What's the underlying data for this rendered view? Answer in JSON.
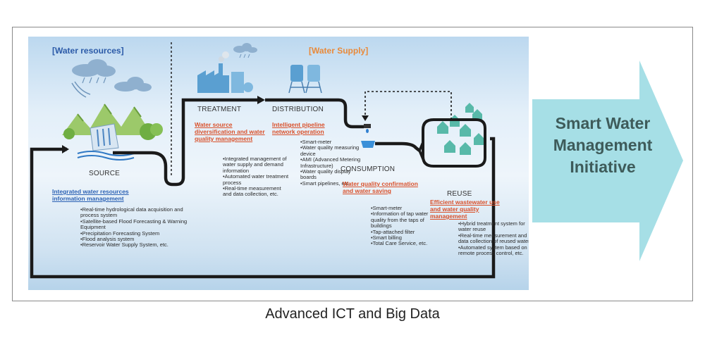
{
  "headers": {
    "water_resources": "[Water resources]",
    "water_supply": "[Water Supply]"
  },
  "stages": {
    "source": "SOURCE",
    "treatment": "TREATMENT",
    "distribution": "DISTRIBUTION",
    "consumption": "CONSUMPTION",
    "reuse": "REUSE"
  },
  "source_block": {
    "heading": "Integrated water resources information management",
    "items": [
      "•Real-time hydrological data acquisition and process system",
      "•Satellite-based Flood Forecasting & Warning Equipment",
      "•Precipitation Forecasting System",
      "•Flood analysis system",
      "•Reservoir Water Supply System, etc."
    ]
  },
  "treatment_block": {
    "heading": "Water source diversification and water quality management",
    "items": [
      "•Integrated management of water supply and demand information",
      "•Automated water treatment process",
      "•Real-time measurement and data collection, etc."
    ]
  },
  "distribution_block": {
    "heading": "Intelligent pipeline network operation",
    "items": [
      "•Smart-meter",
      "•Water quality measuring device",
      "•AMI (Advanced Metering Infrastructure)",
      "•Water quality display boards",
      "•Smart pipelines, etc."
    ]
  },
  "consumption_block": {
    "heading": "Water quality confirmation and water saving",
    "items": [
      "•Smart-meter",
      "•Information of tap water quality from the taps of buildings",
      "•Tap-attached filter",
      "•Smart billing",
      "•Total Care Service, etc."
    ]
  },
  "reuse_block": {
    "heading": "Efficient wastewater use and water quality management",
    "items": [
      "•Hybrid treatment system for water reuse",
      "•Real-time measurement and data collection of reused water",
      "•Automated system based on remote process control, etc."
    ]
  },
  "arrow_label": "Smart Water Management Initiative",
  "caption": "Advanced ICT and Big Data",
  "colors": {
    "flow_line": "#1a1a1a",
    "heading_blue": "#2c62b4",
    "heading_red": "#d9502a",
    "supply_orange": "#e98a3a",
    "arrow_fill": "#a6dfe6",
    "arrow_text": "#3e5b5a"
  }
}
